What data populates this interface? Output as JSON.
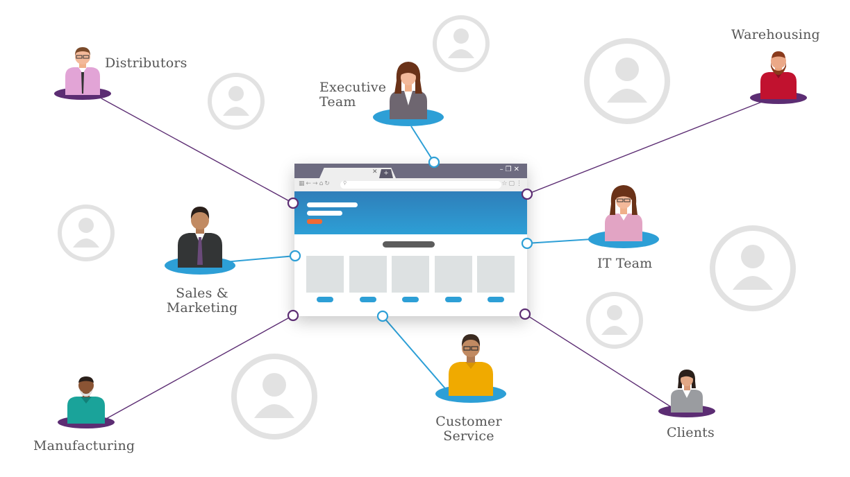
{
  "nodes": [
    {
      "id": "distributors",
      "label_lines": [
        "Distributors"
      ]
    },
    {
      "id": "executive-team",
      "label_lines": [
        "Executive",
        "Team"
      ]
    },
    {
      "id": "warehousing",
      "label_lines": [
        "Warehousing"
      ]
    },
    {
      "id": "sales-marketing",
      "label_lines": [
        "Sales &",
        "Marketing"
      ]
    },
    {
      "id": "it-team",
      "label_lines": [
        "IT Team"
      ]
    },
    {
      "id": "manufacturing",
      "label_lines": [
        "Manufacturing"
      ]
    },
    {
      "id": "customer-service",
      "label_lines": [
        "Customer",
        "Service"
      ]
    },
    {
      "id": "clients",
      "label_lines": [
        "Clients"
      ]
    }
  ],
  "edges": [
    {
      "from": "browser-window",
      "to": "distributors",
      "style": "purple"
    },
    {
      "from": "browser-window",
      "to": "executive-team",
      "style": "blue"
    },
    {
      "from": "browser-window",
      "to": "warehousing",
      "style": "purple"
    },
    {
      "from": "browser-window",
      "to": "sales-marketing",
      "style": "blue"
    },
    {
      "from": "browser-window",
      "to": "it-team",
      "style": "blue"
    },
    {
      "from": "browser-window",
      "to": "manufacturing",
      "style": "purple"
    },
    {
      "from": "browser-window",
      "to": "customer-service",
      "style": "blue"
    },
    {
      "from": "browser-window",
      "to": "clients",
      "style": "purple"
    }
  ],
  "colors": {
    "purple": "#5c2d73",
    "blue": "#2d9fd6",
    "label_text": "#555555",
    "placeholder_gray": "#e2e2e2",
    "hero_blue": "#2f7eb9",
    "hero_button": "#f06a34"
  },
  "icons": [
    "user-avatar-placeholder-icon",
    "person-icon",
    "browser-window-icon"
  ]
}
